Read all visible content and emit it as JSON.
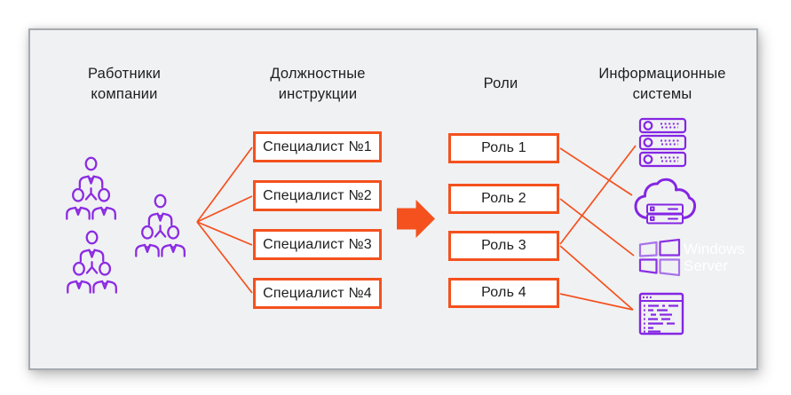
{
  "diagram": {
    "columns": {
      "employees": {
        "title": "Работники компании"
      },
      "instructions": {
        "title": "Должностные инструкции"
      },
      "roles": {
        "title": "Роли"
      },
      "systems": {
        "title": "Информационные системы"
      }
    },
    "specialists": [
      "Специалист №1",
      "Специалист №2",
      "Специалист №3",
      "Специалист №4"
    ],
    "roles": [
      "Роль 1",
      "Роль 2",
      "Роль 3",
      "Роль 4"
    ],
    "windows_server_label": "Windows Server",
    "icons": {
      "team": "team-icon",
      "servers": "servers-icon",
      "cloud": "cloud-server-icon",
      "windows": "windows-logo-icon",
      "terminal": "terminal-window-icon",
      "arrow": "flow-arrow-icon"
    },
    "connections": {
      "fan": [
        "employees-specialist-1",
        "employees-specialist-2",
        "employees-specialist-3",
        "employees-specialist-4"
      ],
      "role_to_system": [
        "role-1-cloud",
        "role-2-windows",
        "role-3-servers",
        "role-3-terminal",
        "role-4-terminal"
      ]
    },
    "colors": {
      "accent_orange": "#F4511E",
      "accent_purple": "#8B2BE2",
      "panel_bg": "#F0F1F3",
      "panel_border": "#A6ABB0",
      "text": "#1E1E1E",
      "windows_text": "#FFFFFF"
    }
  }
}
